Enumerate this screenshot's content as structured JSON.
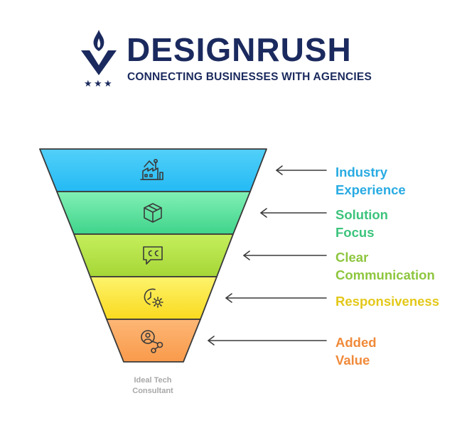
{
  "brand": {
    "name": "DESIGNRUSH",
    "tagline": "CONNECTING BUSINESSES WITH AGENCIES",
    "color": "#1b2a5e"
  },
  "funnel": {
    "caption_line1": "Ideal Tech",
    "caption_line2": "Consultant",
    "stages": [
      {
        "line1": "Industry",
        "line2": "Experience",
        "icon": "factory-icon",
        "color": "#29abe2",
        "fill_top": "#52d0f9",
        "fill_bottom": "#24baf4"
      },
      {
        "line1": "Solution",
        "line2": "Focus",
        "icon": "box-icon",
        "color": "#3cc47c",
        "fill_top": "#82f0b4",
        "fill_bottom": "#3fd48b"
      },
      {
        "line1": "Clear",
        "line2": "Communication",
        "icon": "closed-caption-icon",
        "color": "#8ec63f",
        "fill_top": "#c5ef5c",
        "fill_bottom": "#a5d636"
      },
      {
        "line1": "Responsiveness",
        "line2": "",
        "icon": "clock-gear-icon",
        "color": "#e3c81a",
        "fill_top": "#fdf36c",
        "fill_bottom": "#f9da1f"
      },
      {
        "line1": "Added",
        "line2": "Value",
        "icon": "user-network-icon",
        "color": "#f08a3a",
        "fill_top": "#fdb776",
        "fill_bottom": "#f99a4b"
      }
    ]
  }
}
